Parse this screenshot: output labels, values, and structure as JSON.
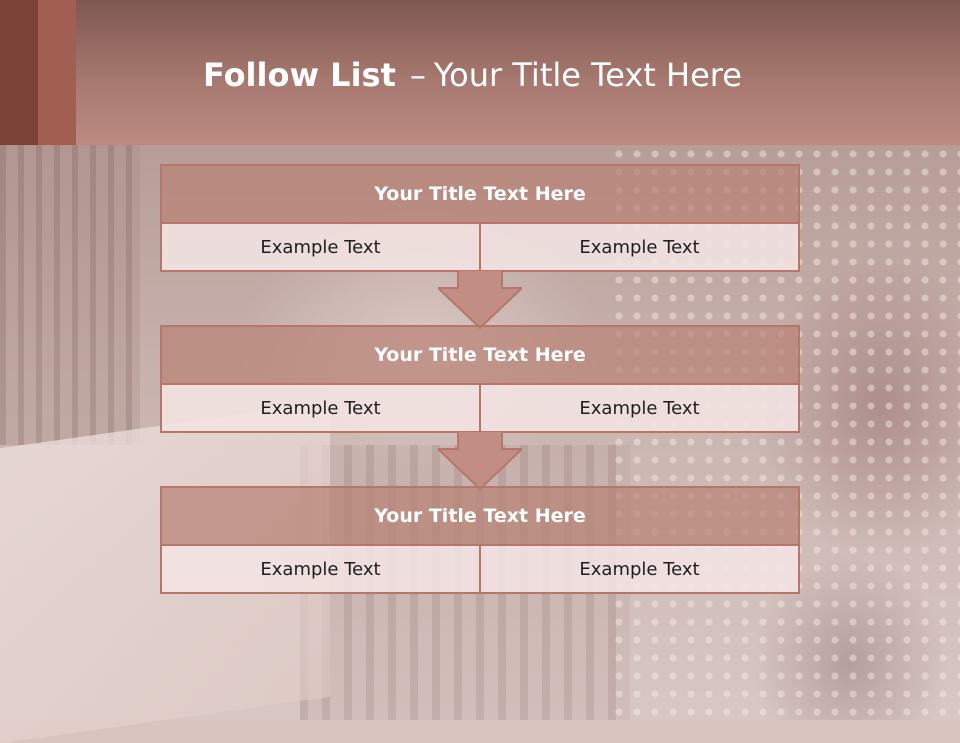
{
  "slide": {
    "title_bold": "Follow List",
    "title_separator": "–",
    "title_rest": "Your Title Text Here"
  },
  "flow": [
    {
      "title": "Your Title Text Here",
      "left": "Example Text",
      "right": "Example Text"
    },
    {
      "title": "Your Title Text Here",
      "left": "Example Text",
      "right": "Example Text"
    },
    {
      "title": "Your Title Text Here",
      "left": "Example Text",
      "right": "Example Text"
    }
  ],
  "icons": {
    "connector": "down-arrow-icon"
  },
  "colors": {
    "header_band": "#b0827a",
    "box_border": "#b5776b",
    "box_title_fill": "#b88276",
    "cell_fill": "#f2e4e2",
    "accent_dark": "#7a4338",
    "accent_mid": "#a15f52"
  }
}
